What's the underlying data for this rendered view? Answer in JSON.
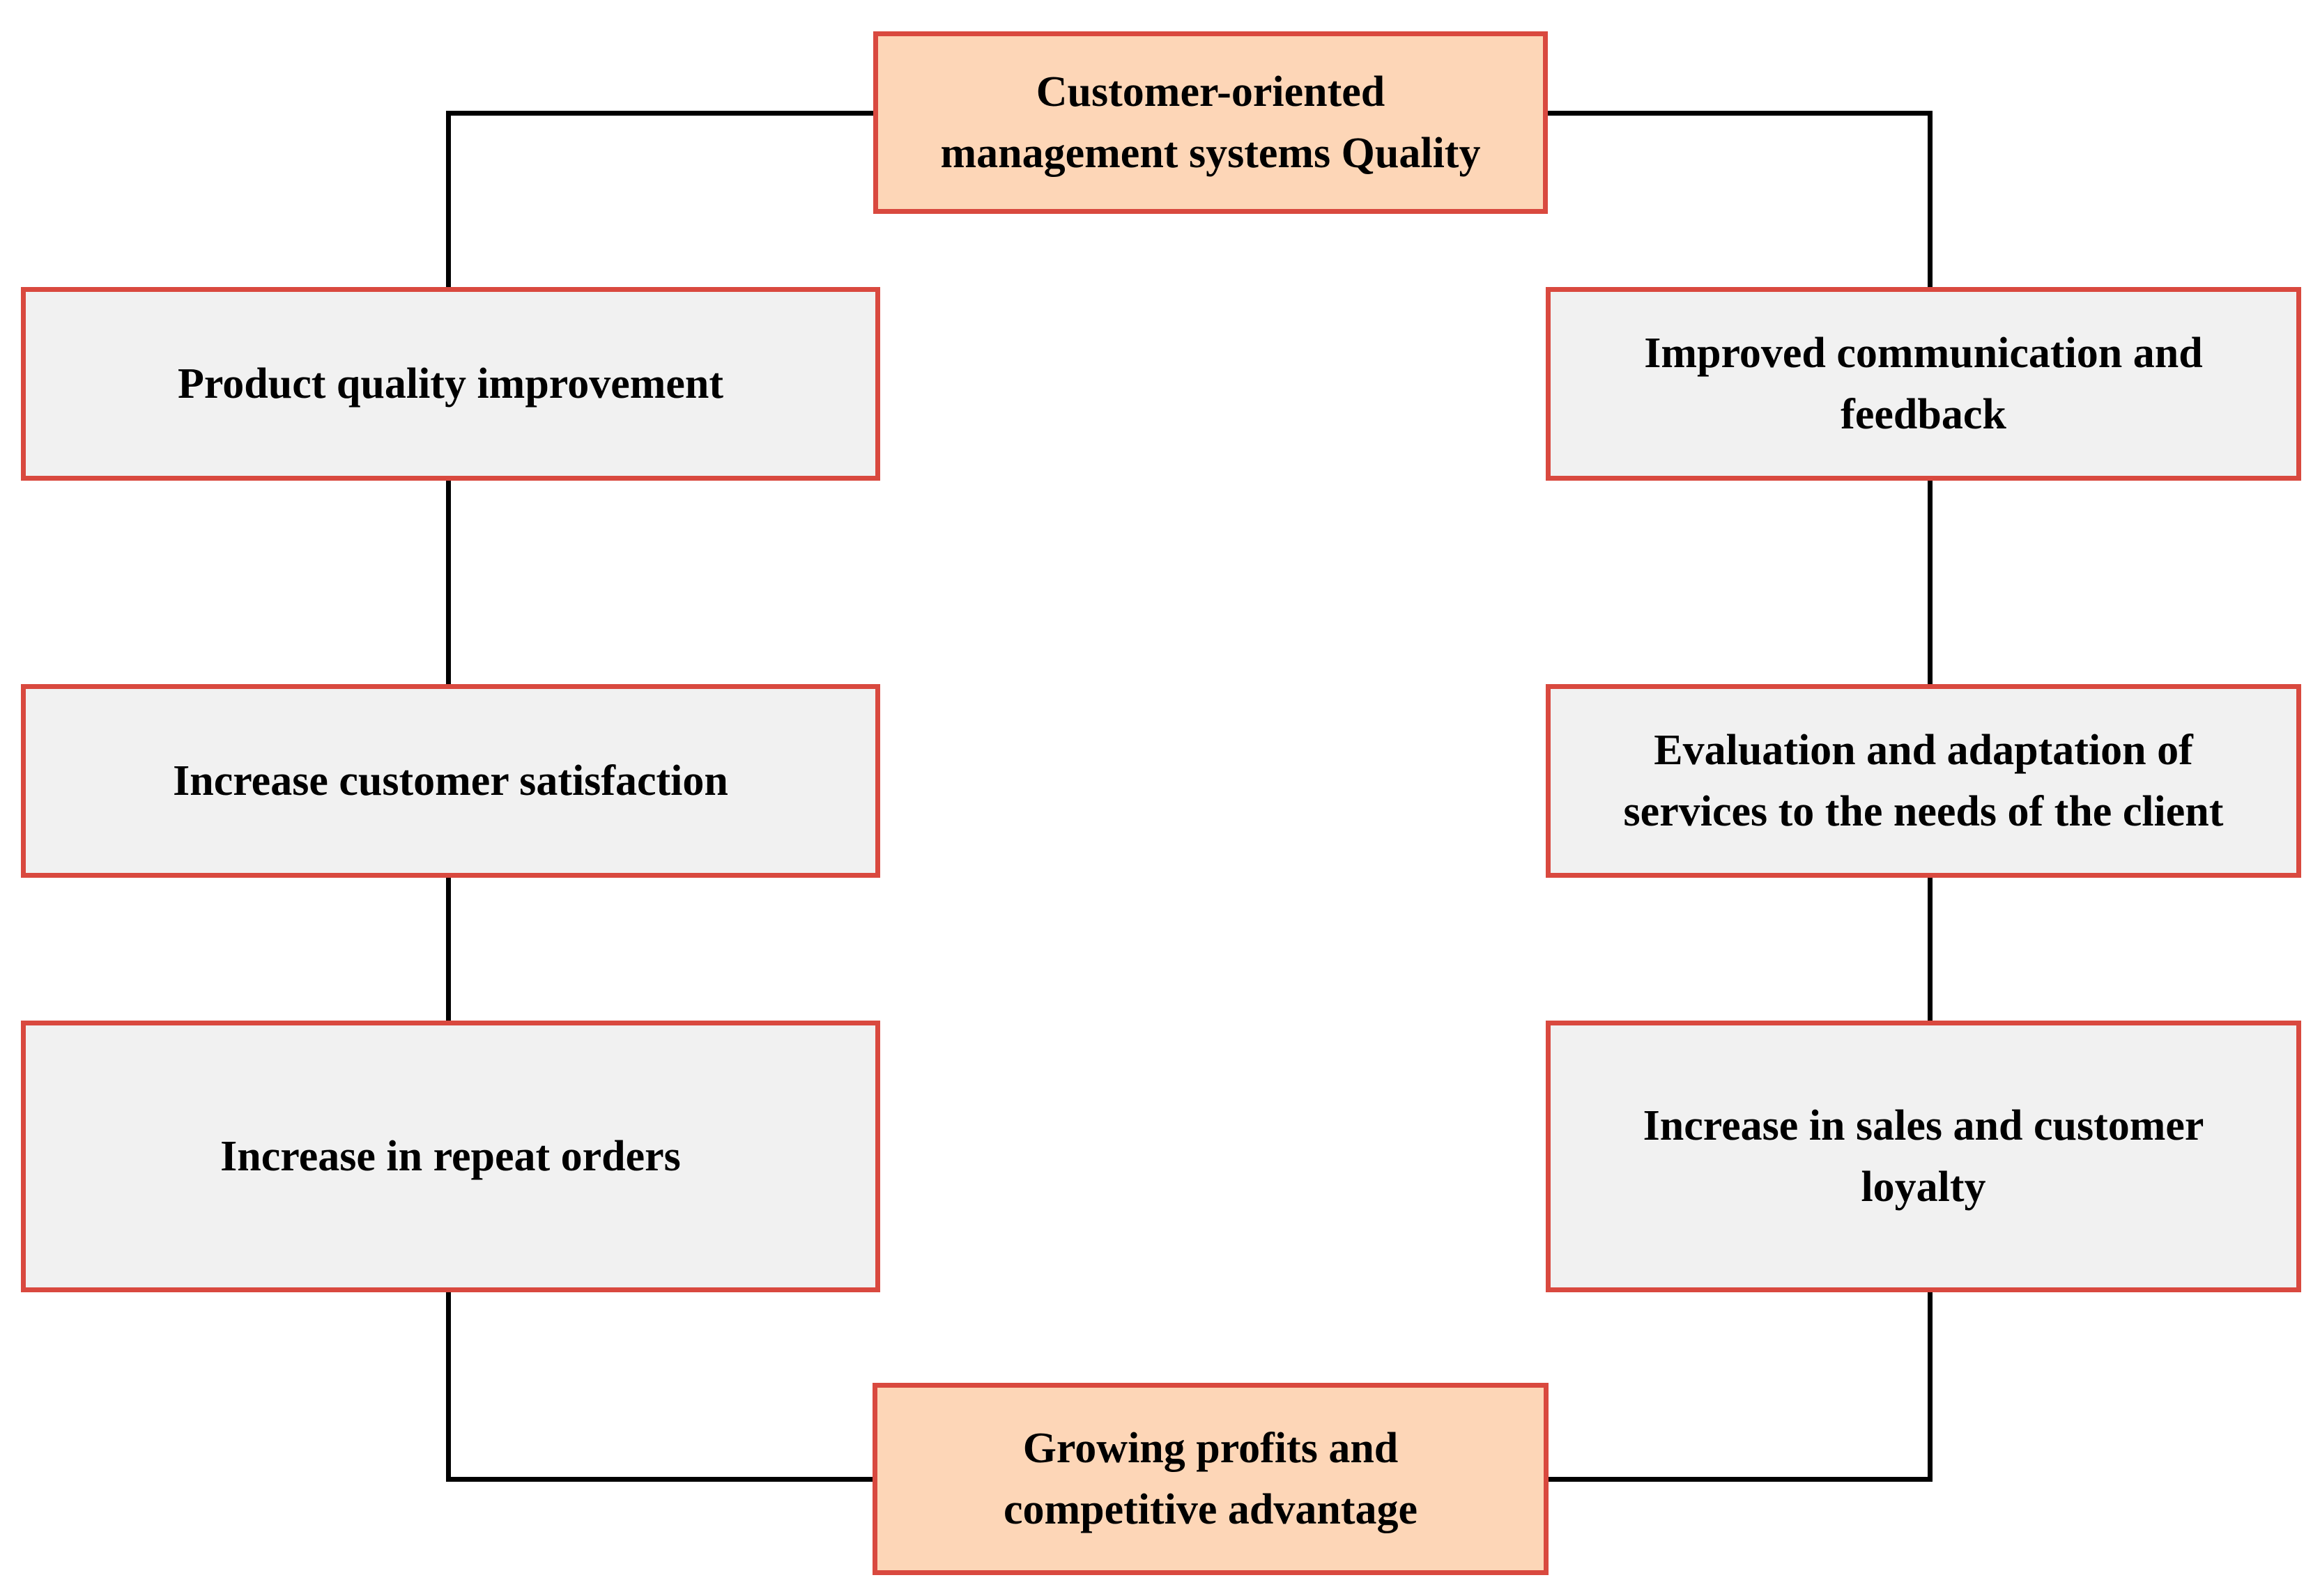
{
  "diagram": {
    "title_node": {
      "label": "Customer-oriented\nmanagement systems Quality"
    },
    "left_nodes": [
      {
        "label": "Product quality improvement"
      },
      {
        "label": "Increase customer satisfaction"
      },
      {
        "label": "Increase in repeat orders"
      }
    ],
    "right_nodes": [
      {
        "label": "Improved communication and\nfeedback"
      },
      {
        "label": "Evaluation and adaptation of\nservices to the needs of the client"
      },
      {
        "label": "Increase in sales and customer\nloyalty"
      }
    ],
    "bottom_node": {
      "label": "Growing profits and\ncompetitive advantage"
    }
  },
  "colors": {
    "orange_fill": "#fdd6b7",
    "gray_fill": "#f1f1f1",
    "red_border": "#d9493f",
    "line": "#000000",
    "text": "#000000",
    "background": "#ffffff"
  }
}
